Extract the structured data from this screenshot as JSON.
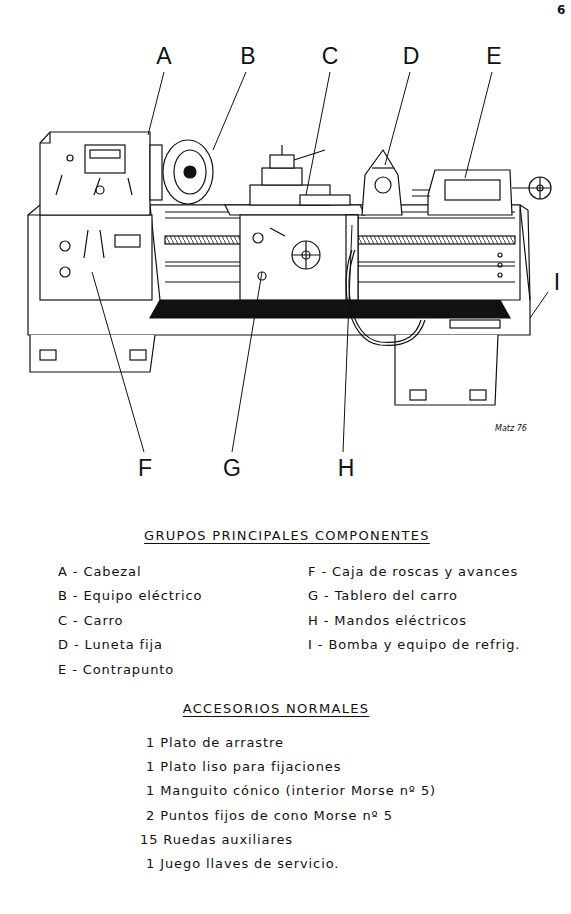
{
  "diagram": {
    "labels": [
      "6",
      "A",
      "B",
      "C",
      "D",
      "E",
      "I",
      "F",
      "G",
      "H",
      "Matz 76",
      "GRUPOS PRINCIPALES COMPONENTES",
      "A - Cabezal",
      "B - Equipo eléctrico",
      "C - Carro",
      "D - Luneta fija",
      "E - Contrapunto",
      "F - Caja de roscas y avances",
      "G - Tablero del carro",
      "H - Mandos eléctricos",
      "I - Bomba y equipo de refrig.",
      "ACCESORIOS NORMALES",
      "1 Plato de arrastre",
      "1 Plato liso para fijaciones",
      "1 Manguito cónico (interior Morse nº 5)",
      "2 Puntos fijos de cono Morse nº 5",
      "15 Ruedas auxiliares",
      "1 Juego llaves de servicio."
    ]
  }
}
